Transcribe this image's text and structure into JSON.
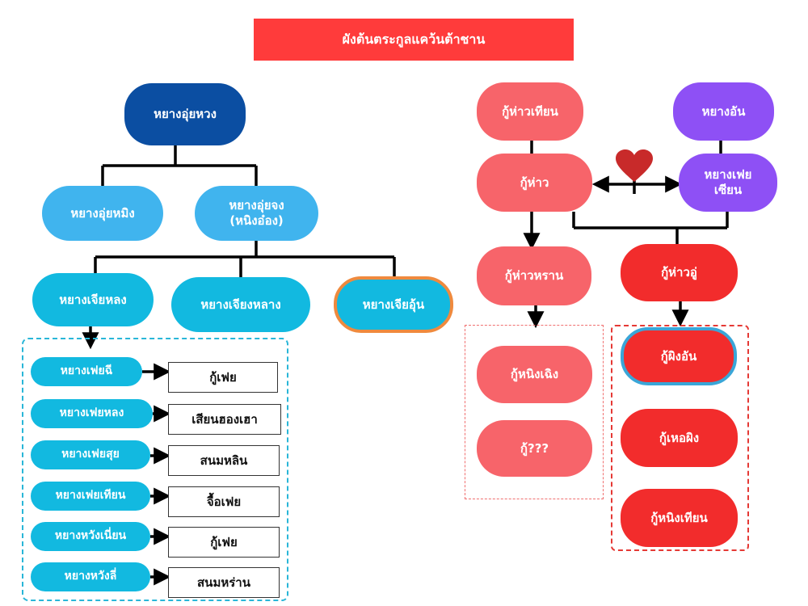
{
  "title": "ผังต้นตระกูลแคว้นต้าชาน",
  "colors": {
    "dark_blue": "#0b4ea2",
    "light_blue": "#40b4ee",
    "cyan": "#12b9e0",
    "orange_border": "#ef8a3e",
    "salmon": "#f7646a",
    "red": "#f22c2c",
    "purple": "#8e50f5",
    "heart": "#c82a2a"
  },
  "left_tree": {
    "root": "หยางอุ่ยหวง",
    "gen2": [
      "หยางอุ่ยหมิง",
      "หยางอุ่ยจง\n(หนิงอ๋อง)"
    ],
    "gen3": [
      "หยางเจียหลง",
      "หยางเจียงหลาง",
      "หยางเจียอุ้น"
    ],
    "children": [
      {
        "name": "หยางเฟยฉี",
        "spouse": "กู้เฟย"
      },
      {
        "name": "หยางเฟยหลง",
        "spouse": "เสียนฮองเฮา"
      },
      {
        "name": "หยางเฟยสุย",
        "spouse": "สนมหลิน"
      },
      {
        "name": "หยางเฟยเทียน",
        "spouse": "จื้อเฟย"
      },
      {
        "name": "หยางหวังเนี่ยน",
        "spouse": "กู้เฟย"
      },
      {
        "name": "หยางหวังลี่",
        "spouse": "สนมหร่าน"
      }
    ]
  },
  "right_tree": {
    "gu_grandfather": "กู้ห่าวเทียน",
    "yang_an": "หยางอัน",
    "gu_hao": "กู้ห่าว",
    "yang_fei_xian": "หยางเฟย\nเซียน",
    "gu_hao_ran": "กู้ห่าวหราน",
    "gu_hao_yu": "กู้ห่าวอู่",
    "ran_children": [
      "กู้หนิงเฉิง",
      "กู้???"
    ],
    "yu_children": [
      "กู้ผิงอัน",
      "กู้เหอผิง",
      "กู้หนิงเทียน"
    ]
  }
}
